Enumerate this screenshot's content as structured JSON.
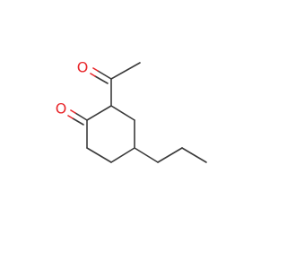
{
  "molecule": {
    "atoms": [
      {
        "element": "O",
        "label": "O",
        "color": "#e8262a"
      },
      {
        "element": "O",
        "label": "O",
        "color": "#e8262a"
      }
    ],
    "bond_color": "#3a3a3a"
  }
}
